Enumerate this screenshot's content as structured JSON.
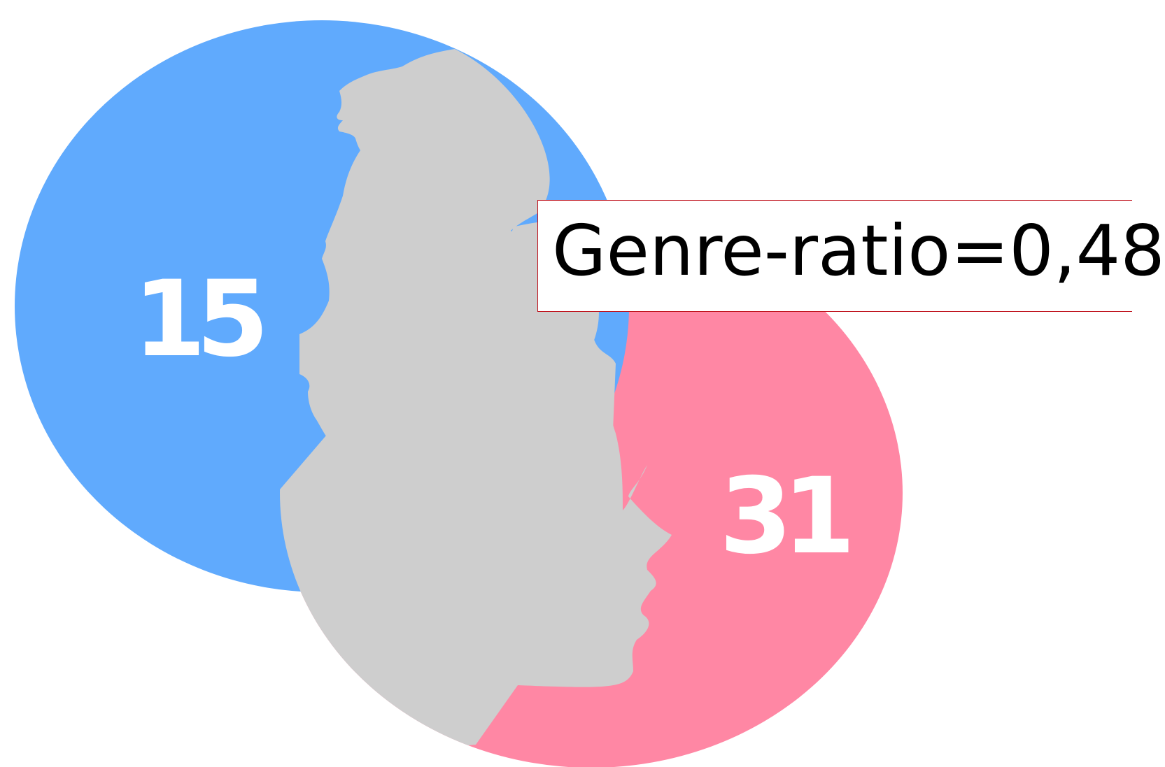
{
  "male": {
    "count": "15",
    "color": "#60aafd",
    "icon": "male-head-silhouette"
  },
  "female": {
    "count": "31",
    "color": "#ff87a4",
    "icon": "female-head-silhouette"
  },
  "silhouette_color": "#cecece",
  "ratio_label": "Genre-ratio=0,48"
}
